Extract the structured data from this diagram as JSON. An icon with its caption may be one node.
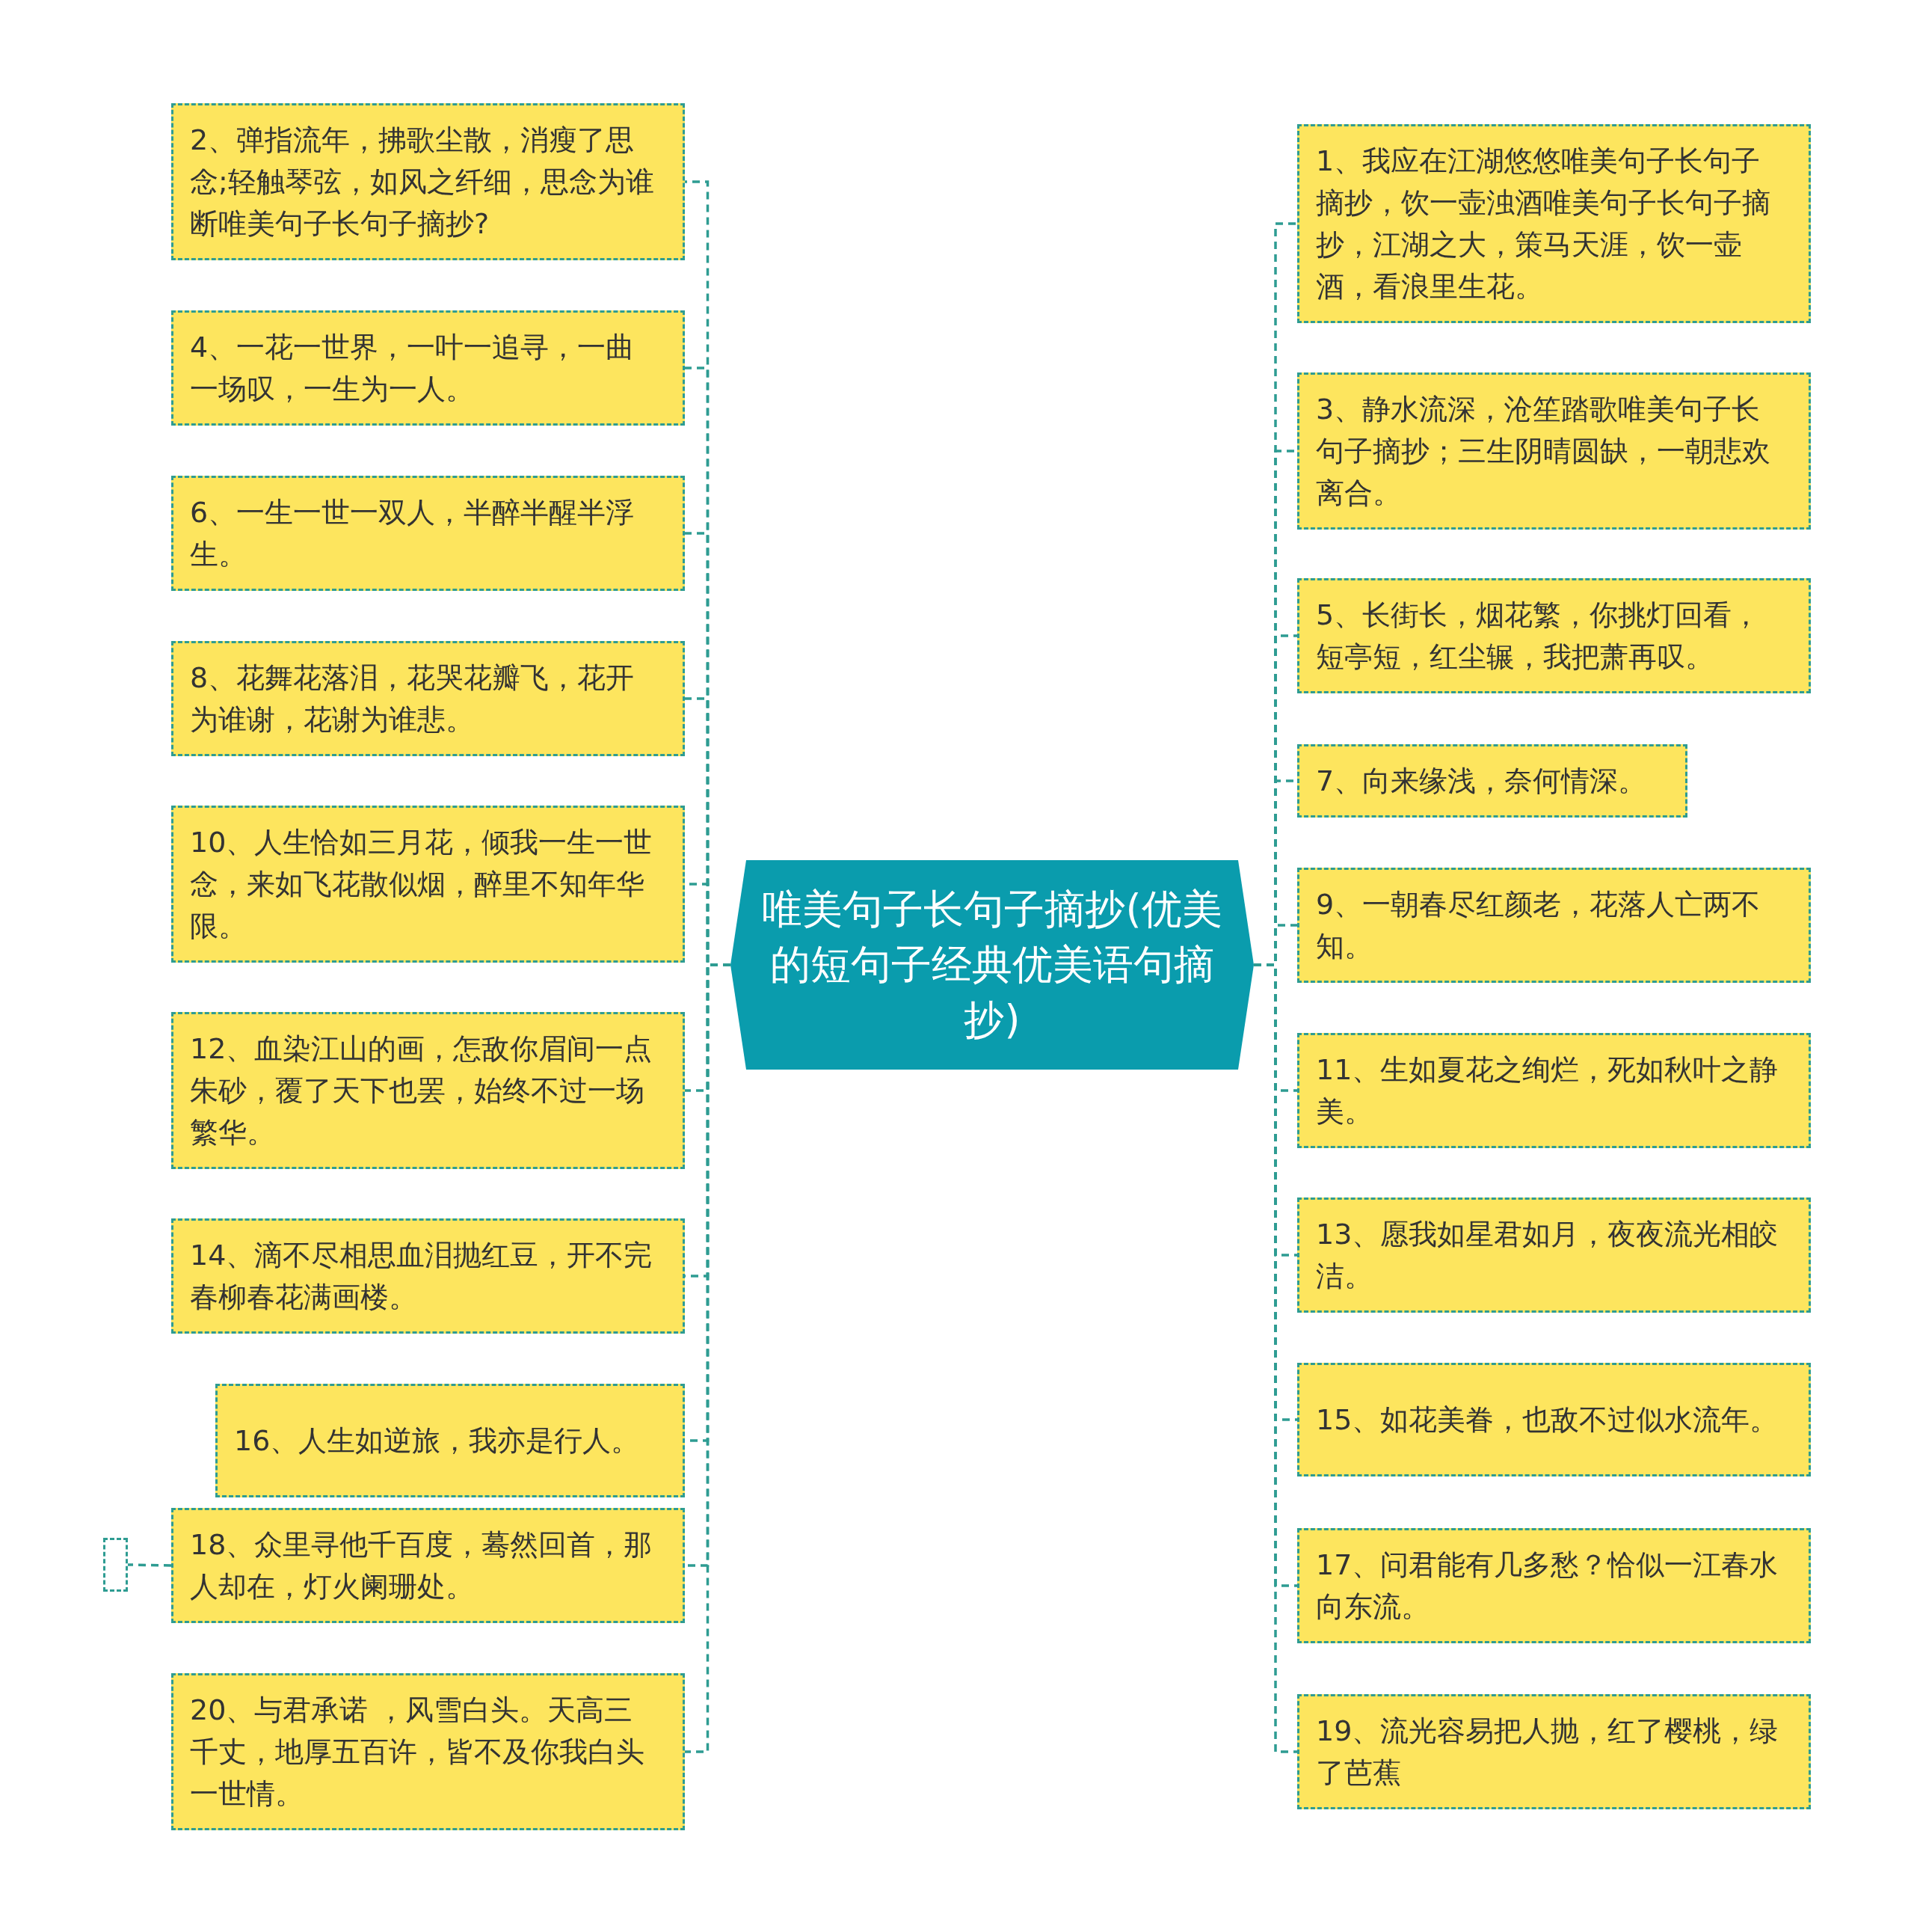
{
  "diagram": {
    "nodes": [
      {
        "text": [
          "唯美句子长句子摘抄(优美的短句子经典优美语句摘抄)"
        ]
      },
      {
        "text": [
          "1、我应在江湖悠悠唯美句子长句子摘抄，饮一壶浊酒唯美句子长句子摘抄，江湖之大，策马天涯，饮一壶酒，看浪里生花。"
        ]
      },
      {
        "text": [
          "2、弹指流年，拂歌尘散，消瘦了思念;轻触琴弦，如风之纤细，思念为谁断唯美句子长句子摘抄?"
        ]
      },
      {
        "text": [
          "3、静水流深，沧笙踏歌唯美句子长句子摘抄；三生阴晴圆缺，一朝悲欢离合。"
        ]
      },
      {
        "text": [
          "4、一花一世界，一叶一追寻，一曲一场叹，一生为一人。"
        ]
      },
      {
        "text": [
          "5、长街长，烟花繁，你挑灯回看，短亭短，红尘辗，我把萧再叹。"
        ]
      },
      {
        "text": [
          "6、一生一世一双人，半醉半醒半浮生。"
        ]
      },
      {
        "text": [
          "7、向来缘浅，奈何情深。"
        ]
      },
      {
        "text": [
          "8、花舞花落泪，花哭花瓣飞，花开为谁谢，花谢为谁悲。"
        ]
      },
      {
        "text": [
          "9、一朝春尽红颜老，花落人亡两不知。"
        ]
      },
      {
        "text": [
          "10、人生恰如三月花，倾我一生一世念，来如飞花散似烟，醉里不知年华限。"
        ]
      },
      {
        "text": [
          "11、生如夏花之绚烂，死如秋叶之静美。"
        ]
      },
      {
        "text": [
          "12、血染江山的画，怎敌你眉间一点朱砂，覆了天下也罢，始终不过一场繁华。"
        ]
      },
      {
        "text": [
          "13、愿我如星君如月，夜夜流光相皎洁。"
        ]
      },
      {
        "text": [
          "14、滴不尽相思血泪抛红豆，开不完春柳春花满画楼。"
        ]
      },
      {
        "text": [
          "15、如花美眷，也敌不过似水流年。"
        ]
      },
      {
        "text": [
          "16、人生如逆旅，我亦是行人。"
        ]
      },
      {
        "text": [
          "17、问君能有几多愁？恰似一江春水向东流。"
        ]
      },
      {
        "text": [
          "18、众里寻他千百度，蓦然回首，那人却在，灯火阑珊处。"
        ]
      },
      {
        "text": [
          "19、流光容易把人抛，红了樱桃，绿了芭蕉"
        ]
      },
      {
        "text": [
          "20、与君承诺 ，风雪白头。天高三千丈，地厚五百许，皆不及你我白头一世情。"
        ]
      },
      {
        "text": [],
        "shape": "box"
      }
    ],
    "edges": [
      {
        "from": 0,
        "to": 1,
        "arrow": "none"
      },
      {
        "from": 0,
        "to": 2,
        "arrow": "none"
      },
      {
        "from": 0,
        "to": 3,
        "arrow": "none"
      },
      {
        "from": 0,
        "to": 4,
        "arrow": "none"
      },
      {
        "from": 0,
        "to": 5,
        "arrow": "none"
      },
      {
        "from": 0,
        "to": 6,
        "arrow": "none"
      },
      {
        "from": 0,
        "to": 7,
        "arrow": "none"
      },
      {
        "from": 0,
        "to": 8,
        "arrow": "none"
      },
      {
        "from": 0,
        "to": 9,
        "arrow": "none"
      },
      {
        "from": 0,
        "to": 10,
        "arrow": "none"
      },
      {
        "from": 0,
        "to": 11,
        "arrow": "none"
      },
      {
        "from": 0,
        "to": 12,
        "arrow": "none"
      },
      {
        "from": 0,
        "to": 13,
        "arrow": "none"
      },
      {
        "from": 0,
        "to": 14,
        "arrow": "none"
      },
      {
        "from": 0,
        "to": 15,
        "arrow": "none"
      },
      {
        "from": 0,
        "to": 16,
        "arrow": "none"
      },
      {
        "from": 0,
        "to": 17,
        "arrow": "none"
      },
      {
        "from": 0,
        "to": 18,
        "arrow": "none"
      },
      {
        "from": 0,
        "to": 19,
        "arrow": "none"
      },
      {
        "from": 0,
        "to": 20,
        "arrow": "none"
      },
      {
        "from": 18,
        "to": 21,
        "arrow": "none"
      }
    ]
  }
}
